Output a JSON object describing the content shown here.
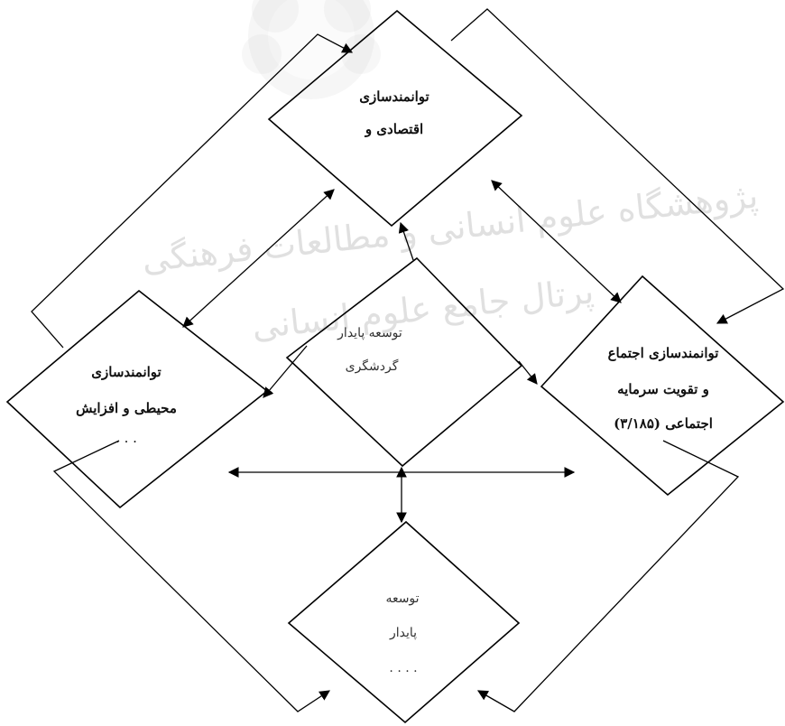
{
  "nodes": {
    "top": {
      "lines": [
        "توانمندسازی",
        "اقتصادی و"
      ]
    },
    "left": {
      "lines": [
        "توانمندسازی",
        "محیطی و افزایش",
        ". . ."
      ]
    },
    "right": {
      "lines": [
        "توانمندسازی اجتماع",
        "و تقویت سرمایه",
        "اجتماعی (۳/۱۸۵)"
      ]
    },
    "center": {
      "lines": [
        "توسعه پایدار",
        "گردشگری"
      ]
    },
    "bottom": {
      "lines": [
        "توسعه",
        "پایدار",
        ". . . ."
      ]
    }
  },
  "watermark": {
    "line1": "پژوهشگاه علوم انسانی و مطالعات فرهنگی",
    "line2": "پرتال جامع علوم انسانی"
  },
  "colors": {
    "stroke": "#000000",
    "background": "#ffffff",
    "watermark": "#cccccc"
  }
}
